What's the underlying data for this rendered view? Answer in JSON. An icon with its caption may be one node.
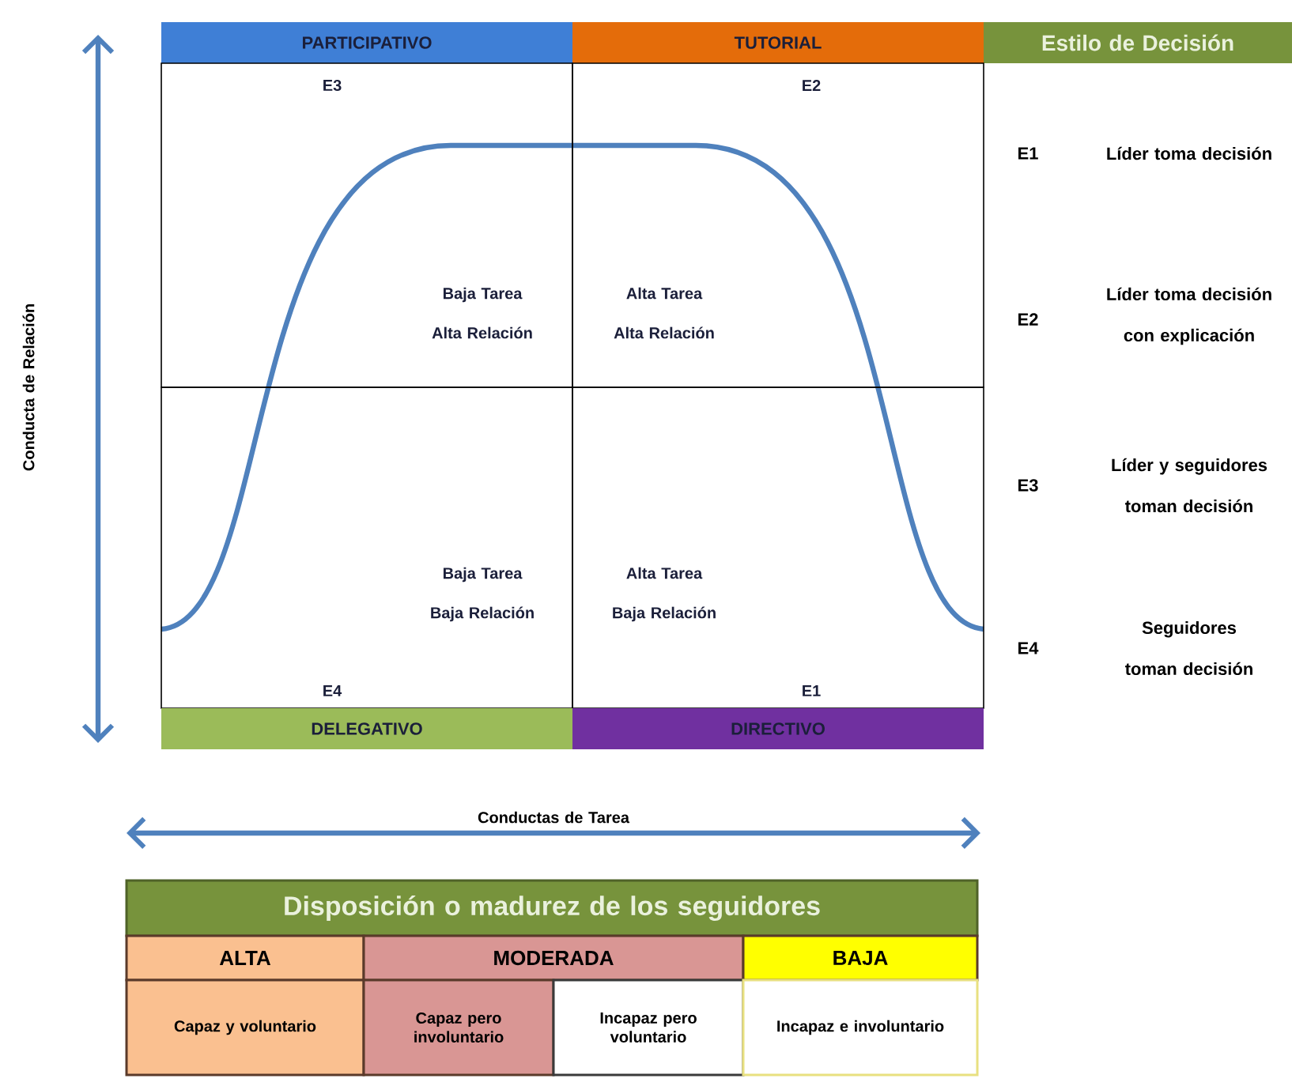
{
  "diagram": {
    "nodes": [
      {
        "text": [
          "PARTICIPATIVO"
        ]
      },
      {
        "text": [
          "TUTORIAL"
        ]
      },
      {
        "text": [
          "Estilo de Decisión"
        ]
      },
      {
        "text": [
          "E3",
          "Baja Tarea Alta Relación"
        ]
      },
      {
        "text": [
          "E2",
          "Alta Tarea Alta Relación"
        ]
      },
      {
        "text": [
          "Baja Tarea Baja Relación",
          "E4"
        ]
      },
      {
        "text": [
          "Alta Tarea Baja Relación",
          "E1"
        ]
      },
      {
        "text": [
          "DELEGATIVO"
        ]
      },
      {
        "text": [
          "DIRECTIVO"
        ]
      },
      {
        "text": [
          "Disposición o madurez de los seguidores"
        ]
      },
      {
        "text": [
          "ALTA"
        ]
      },
      {
        "text": [
          "MODERADA"
        ]
      },
      {
        "text": [
          "BAJA"
        ]
      },
      {
        "text": [
          "Capaz y voluntario"
        ]
      },
      {
        "text": [
          "Capaz pero involuntario"
        ]
      },
      {
        "text": [
          "Incapaz pero voluntario"
        ]
      },
      {
        "text": [
          "Incapaz e involuntario"
        ]
      }
    ],
    "labels": [
      "Conducta de Relación",
      "E1",
      "Líder toma decisión",
      "E2",
      "Líder toma decisión con explicación",
      "E3",
      "Líder y seguidores toman decisión",
      "E4",
      "Seguidores toman decisión",
      "Conductas de Tarea"
    ]
  }
}
